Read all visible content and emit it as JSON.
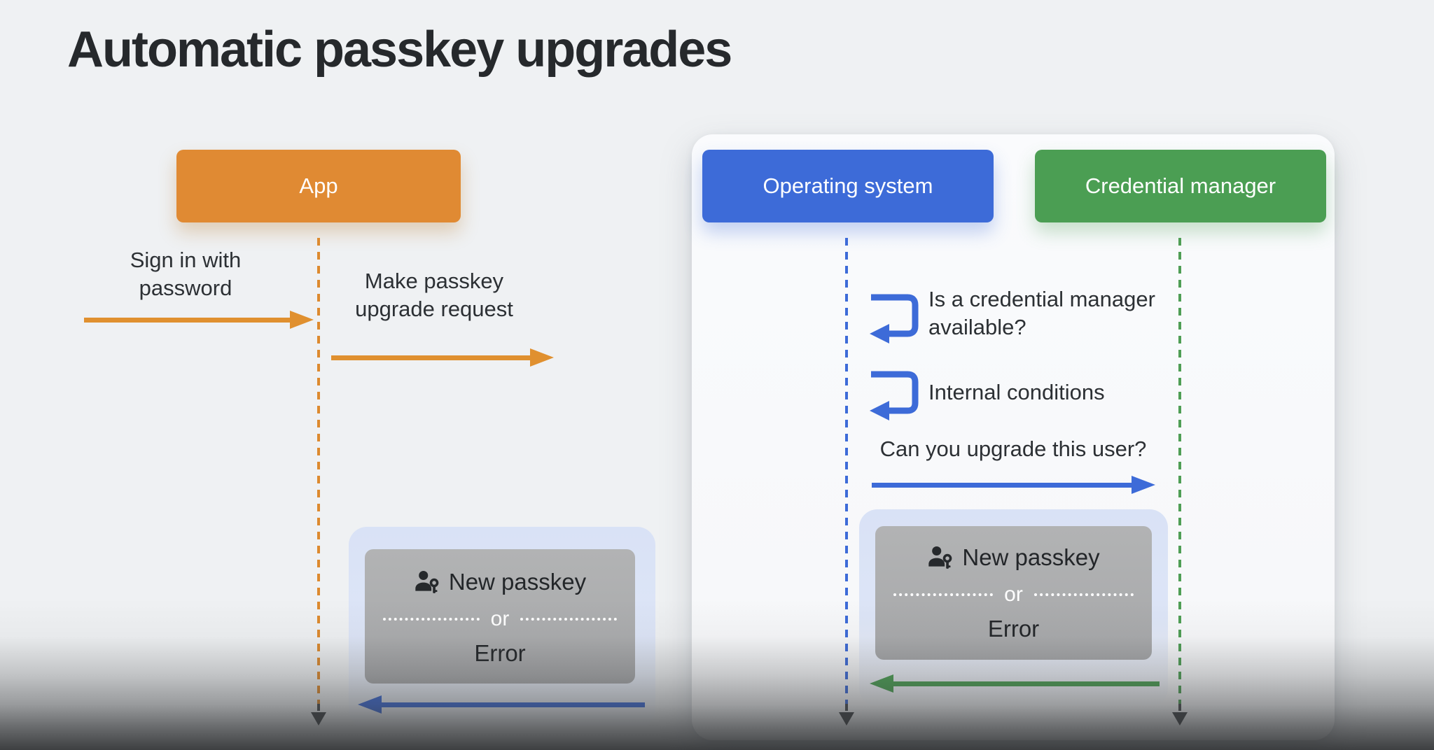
{
  "title": "Automatic passkey upgrades",
  "actors": {
    "app": {
      "label": "App",
      "color": "#E08A33"
    },
    "os": {
      "label": "Operating system",
      "color": "#3D6BD8"
    },
    "cm": {
      "label": "Credential manager",
      "color": "#4B9E53"
    }
  },
  "messages": {
    "sign_in": {
      "line1": "Sign in with",
      "line2": "password"
    },
    "upgrade_request": {
      "line1": "Make passkey",
      "line2": "upgrade request"
    },
    "cm_available": {
      "line1": "Is a credential manager",
      "line2": "available?"
    },
    "internal_conditions": {
      "label": "Internal conditions"
    },
    "can_upgrade": {
      "label": "Can you upgrade this user?"
    }
  },
  "result": {
    "new_passkey": "New passkey",
    "or": "or",
    "error": "Error"
  },
  "icons": {
    "passkey_icon": "person-with-key",
    "self_loop_icon": "loop-return-arrow",
    "lifeline_end_icon": "arrow-down"
  },
  "colors": {
    "background": "#EFF1F3",
    "panel": "#F8F9FB",
    "orange": "#E08A33",
    "blue": "#3D6BD8",
    "green": "#4B9E53",
    "gray_card": "#ABACAD",
    "light_blue_container": "#DBE3F6",
    "text": "#2A2E32",
    "bottom_fade": "#3F4143"
  }
}
